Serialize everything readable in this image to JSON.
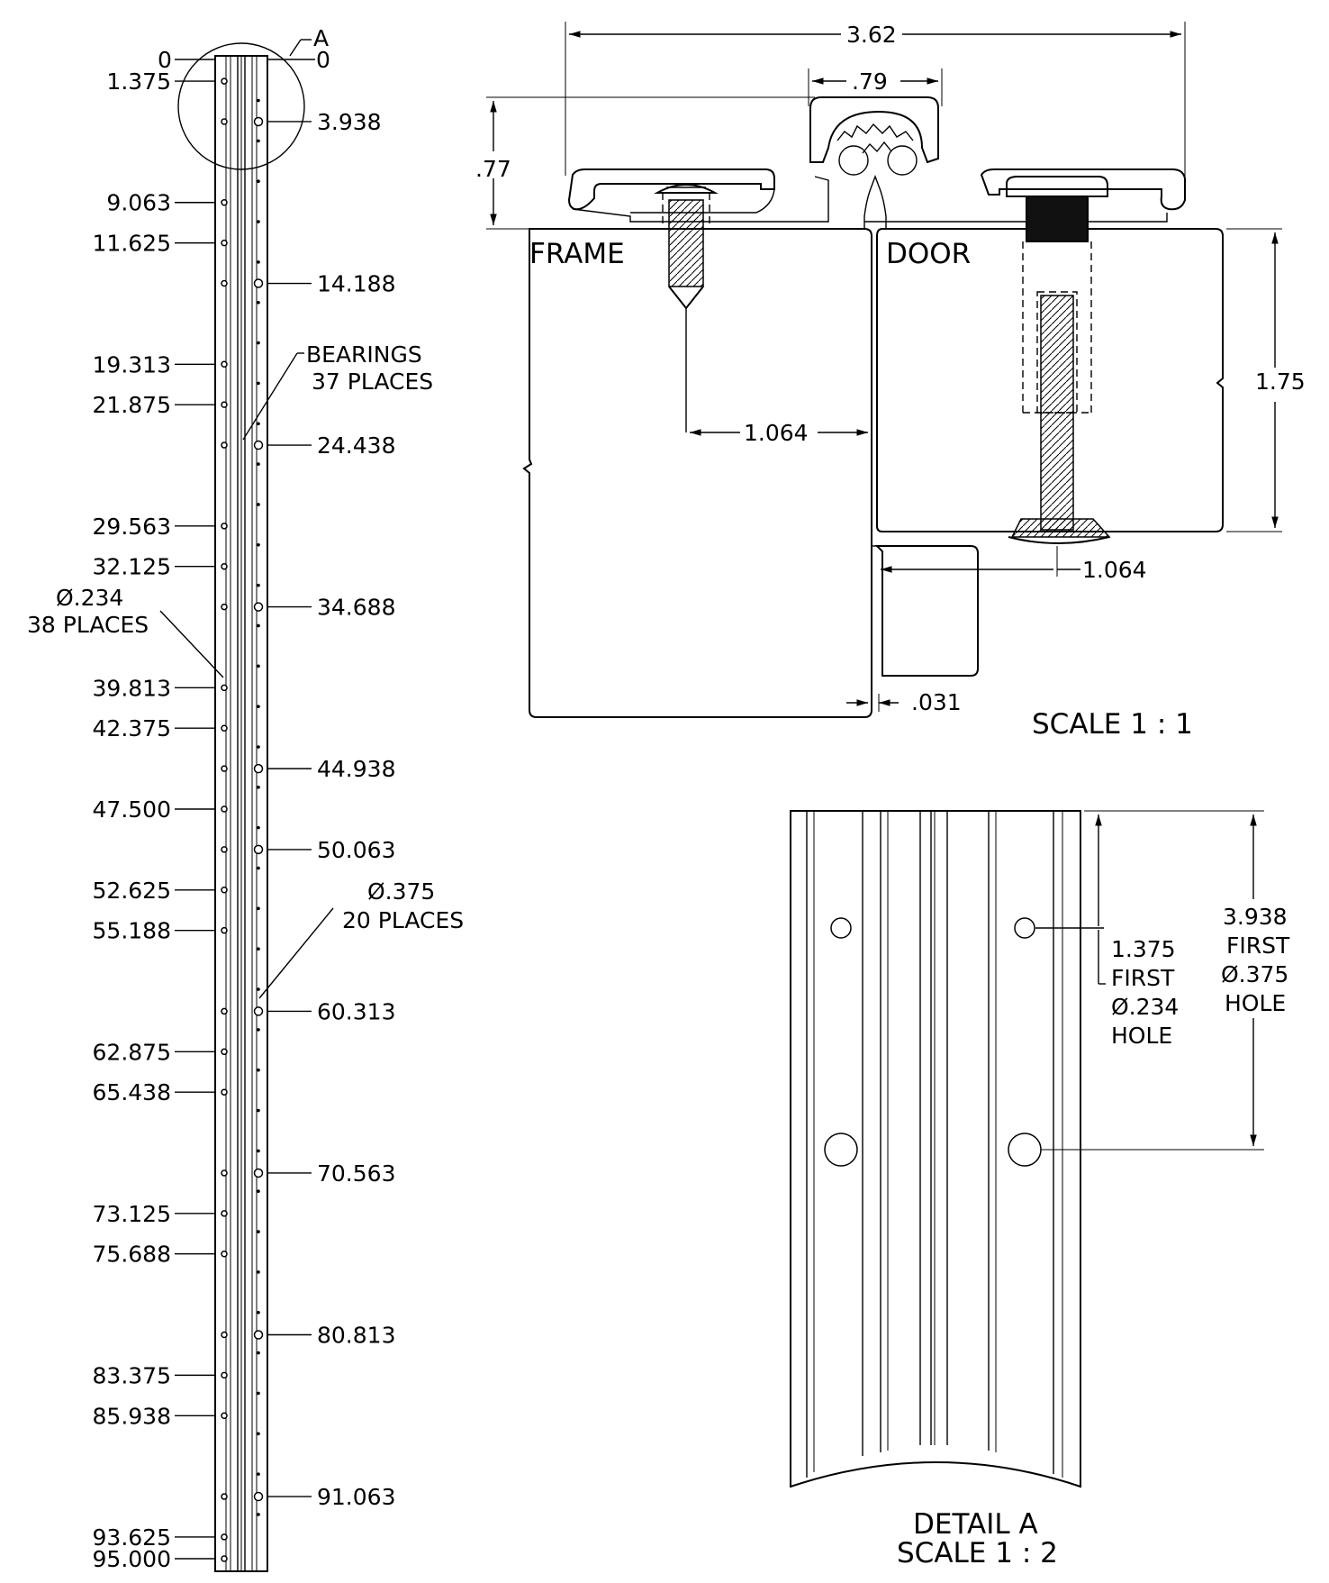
{
  "left_view": {
    "top_label": "0",
    "detail_marker": "A",
    "detail_marker_zero": "0",
    "left_dims": [
      "1.375",
      "9.063",
      "11.625",
      "19.313",
      "21.875",
      "29.563",
      "32.125",
      "39.813",
      "42.375",
      "47.500",
      "52.625",
      "55.188",
      "62.875",
      "65.438",
      "73.125",
      "75.688",
      "83.375",
      "85.938",
      "93.625",
      "95.000"
    ],
    "right_dims": [
      "3.938",
      "14.188",
      "24.438",
      "34.688",
      "44.938",
      "50.063",
      "60.313",
      "70.563",
      "80.813",
      "91.063"
    ],
    "bearings_line1": "BEARINGS",
    "bearings_line2": "37 PLACES",
    "small_hole_dia": "Ø.234",
    "small_hole_places": "38 PLACES",
    "large_hole_dia": "Ø.375",
    "large_hole_places": "20 PLACES"
  },
  "section_view": {
    "overall_width": "3.62",
    "knuckle_width": ".79",
    "height": ".77",
    "frame_label": "FRAME",
    "door_label": "DOOR",
    "frame_offset": "1.064",
    "door_offset": "1.064",
    "door_thickness": "1.75",
    "gap": ".031",
    "scale": "SCALE 1 : 1"
  },
  "detail_view": {
    "dim_a_line1": "1.375",
    "dim_a_line2": "FIRST",
    "dim_a_line3": "Ø.234",
    "dim_a_line4": "HOLE",
    "dim_b_line1": "3.938",
    "dim_b_line2": "FIRST",
    "dim_b_line3": "Ø.375",
    "dim_b_line4": "HOLE",
    "title": "DETAIL A",
    "scale": "SCALE 1 : 2"
  }
}
